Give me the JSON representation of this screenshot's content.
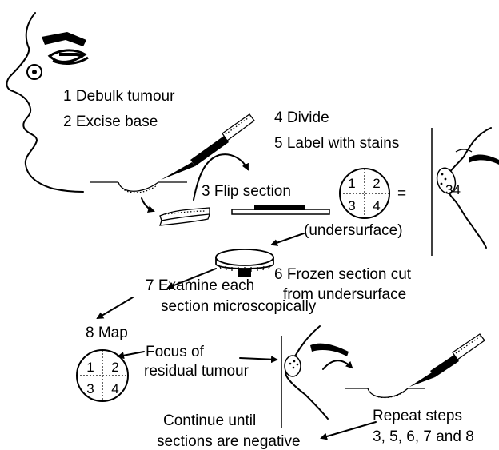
{
  "steps": {
    "s1": "1 Debulk tumour",
    "s2": "2 Excise base",
    "s3": "3 Flip section",
    "s4": "4 Divide",
    "s5": "5 Label with stains",
    "undersurface": "(undersurface)",
    "s6a": "6 Frozen section cut",
    "s6b": "from undersurface",
    "s7a": "7 Examine each",
    "s7b": "section microscopically",
    "s8": "8 Map",
    "focus_a": "Focus of",
    "focus_b": "residual tumour",
    "continue_a": "Continue until",
    "continue_b": "sections are negative",
    "repeat_a": "Repeat steps",
    "repeat_b": "3, 5, 6, 7 and 8"
  },
  "quadrants_top": [
    "1",
    "2",
    "3",
    "4"
  ],
  "quadrants_map": [
    "1",
    "2",
    "3",
    "4"
  ],
  "equals": "=",
  "face_label": "34"
}
